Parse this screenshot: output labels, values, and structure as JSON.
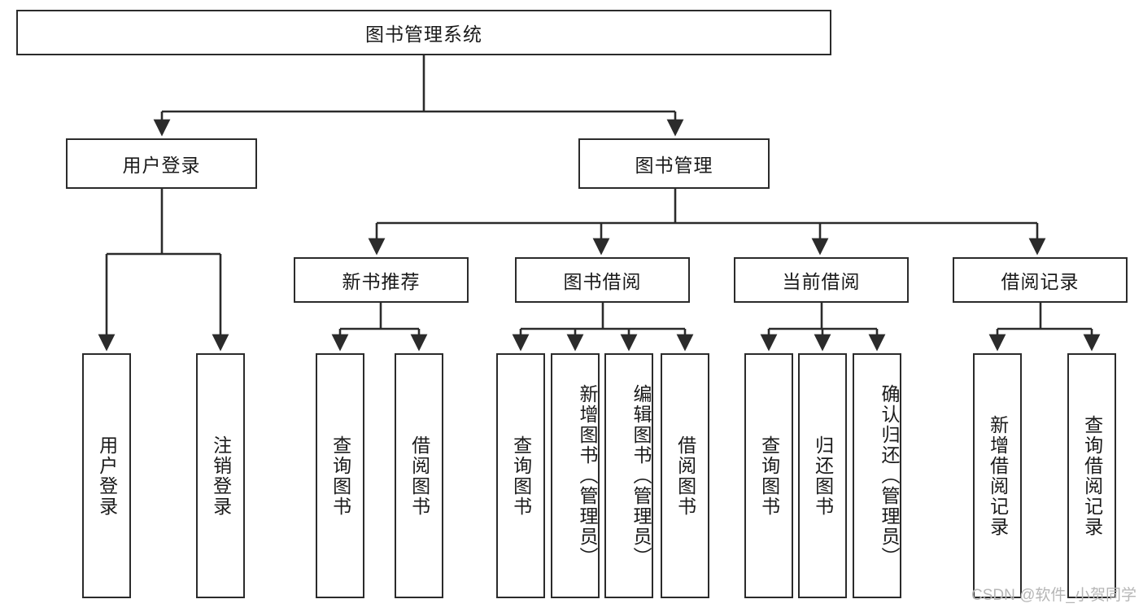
{
  "diagram": {
    "title": "图书管理系统",
    "type": "tree-hierarchy-diagram",
    "colors": {
      "stroke": "#2b2b2b",
      "fill": "#ffffff",
      "text": "#1a1a1a",
      "watermark": "#b6b6b6"
    },
    "root": {
      "id": "root",
      "label": "图书管理系统"
    },
    "level1": [
      {
        "id": "user-login",
        "label": "用户登录"
      },
      {
        "id": "book-manage",
        "label": "图书管理"
      }
    ],
    "level2": [
      {
        "id": "new-book-recommend",
        "label": "新书推荐",
        "parent": "book-manage"
      },
      {
        "id": "book-borrow",
        "label": "图书借阅",
        "parent": "book-manage"
      },
      {
        "id": "current-borrow",
        "label": "当前借阅",
        "parent": "book-manage"
      },
      {
        "id": "borrow-record",
        "label": "借阅记录",
        "parent": "book-manage"
      }
    ],
    "leaves": {
      "user-login": [
        {
          "id": "leaf-user-login",
          "label": "用户登录"
        },
        {
          "id": "leaf-user-logout",
          "label": "注销登录"
        }
      ],
      "new-book-recommend": [
        {
          "id": "leaf-query-book-1",
          "label": "查询图书"
        },
        {
          "id": "leaf-borrow-book-1",
          "label": "借阅图书"
        }
      ],
      "book-borrow": [
        {
          "id": "leaf-query-book-2",
          "label": "查询图书"
        },
        {
          "id": "leaf-add-book",
          "label": "新增图书（管理员）"
        },
        {
          "id": "leaf-edit-book",
          "label": "编辑图书（管理员）"
        },
        {
          "id": "leaf-borrow-book-2",
          "label": "借阅图书"
        }
      ],
      "current-borrow": [
        {
          "id": "leaf-query-book-3",
          "label": "查询图书"
        },
        {
          "id": "leaf-return-book",
          "label": "归还图书"
        },
        {
          "id": "leaf-confirm-return",
          "label": "确认归还（管理员）"
        }
      ],
      "borrow-record": [
        {
          "id": "leaf-add-record",
          "label": "新增借阅记录"
        },
        {
          "id": "leaf-query-record",
          "label": "查询借阅记录"
        }
      ]
    }
  },
  "watermark": {
    "text": "CSDN @软件_小贺同学"
  }
}
